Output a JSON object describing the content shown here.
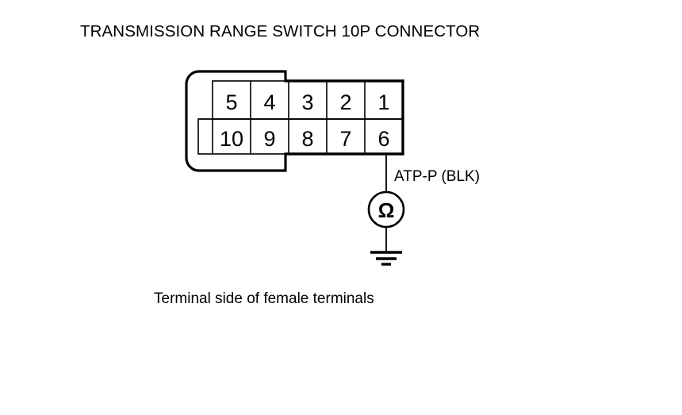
{
  "diagram": {
    "type": "automotive-wiring-connector-test",
    "title": "TRANSMISSION RANGE SWITCH 10P CONNECTOR",
    "caption": "Terminal side of female terminals",
    "connector": {
      "pin_count": 10,
      "rows": [
        {
          "name": "top-row",
          "pins": [
            "5",
            "4",
            "3",
            "2",
            "1"
          ]
        },
        {
          "name": "bottom-row",
          "pins": [
            "10",
            "9",
            "8",
            "7",
            "6"
          ]
        }
      ]
    },
    "wire": {
      "from_pin": "6",
      "label": "ATP-P (BLK)",
      "circuit_name": "ATP-P",
      "wire_color_code": "BLK"
    },
    "meter": {
      "name": "ohmmeter",
      "symbol": "Ω"
    },
    "ground": {
      "name": "chassis-ground",
      "bar_count": 3
    },
    "colors": {
      "stroke": "#000000",
      "background": "#ffffff"
    }
  }
}
